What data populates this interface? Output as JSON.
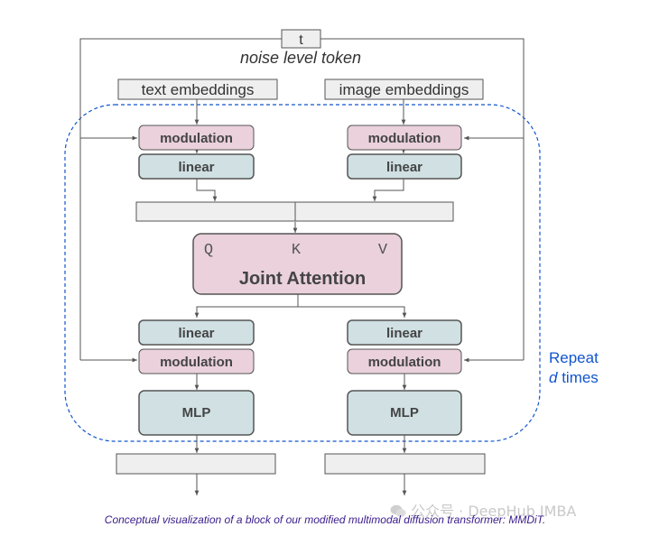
{
  "t_token": "t",
  "noise_level_label": "noise level token",
  "text_embeddings": "text embeddings",
  "image_embeddings": "image embeddings",
  "modulation": "modulation",
  "linear": "linear",
  "mlp": "MLP",
  "q": "Q",
  "k": "K",
  "v": "V",
  "joint_attention": "Joint Attention",
  "repeat_line1": "Repeat",
  "repeat_d": "d",
  "repeat_times": " times",
  "caption": "Conceptual visualization of a block of our modified multimodal diffusion transformer: MMDiT.",
  "watermark": "公众号 · DeepHub IMBA",
  "colors": {
    "modulation_fill": "#ead1dc",
    "linear_fill": "#d0e0e3",
    "joint_attention_fill": "#ead1dc",
    "gray_box_fill": "#efefef",
    "repeat_text": "#1155cc",
    "dashed_border": "#1155cc"
  }
}
